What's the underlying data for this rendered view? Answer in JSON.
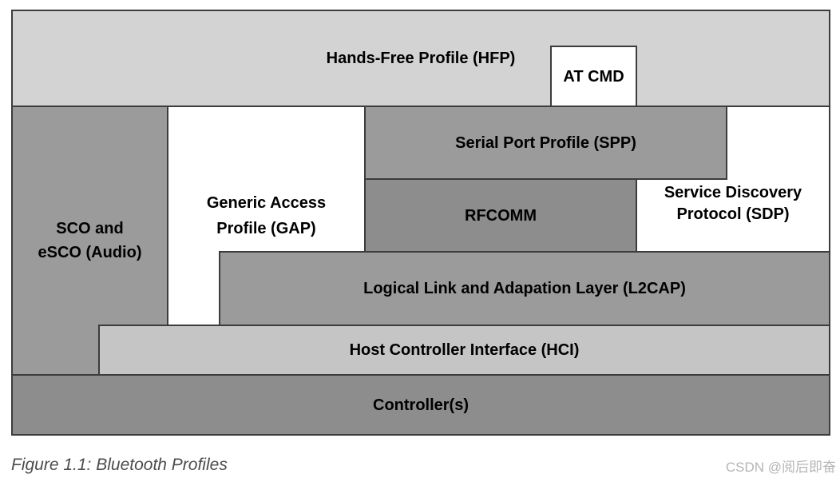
{
  "diagram": {
    "hfp": {
      "label": "Hands-Free Profile (HFP)"
    },
    "at_cmd": {
      "label": "AT CMD"
    },
    "sco": {
      "line1": "SCO and",
      "line2": "eSCO (Audio)"
    },
    "gap": {
      "line1": "Generic Access",
      "line2": "Profile (GAP)"
    },
    "spp": {
      "label": "Serial Port Profile (SPP)"
    },
    "rfcomm": {
      "label": "RFCOMM"
    },
    "sdp": {
      "line1": "Service Discovery",
      "line2": "Protocol (SDP)"
    },
    "l2cap": {
      "label": "Logical Link and Adapation Layer (L2CAP)"
    },
    "hci": {
      "label": "Host Controller Interface (HCI)"
    },
    "controller": {
      "label": "Controller(s)"
    }
  },
  "caption": "Figure 1.1: Bluetooth Profiles",
  "watermark": "CSDN @阅后即奋",
  "colors": {
    "block_light_gray": "#d3d3d3",
    "block_medium_gray": "#9b9b9b",
    "block_dark_gray": "#8d8d8d",
    "block_hci_gray": "#c5c5c5",
    "block_white": "#ffffff",
    "border": "#3c3c3c",
    "label_text": "#000000",
    "caption_text": "#4c4c4c",
    "watermark_text": "#b5b5b5"
  }
}
